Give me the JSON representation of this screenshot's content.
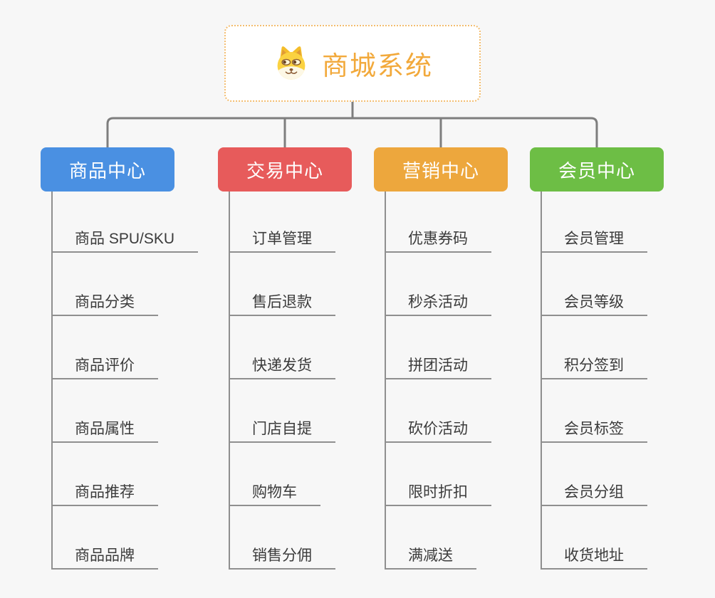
{
  "root": {
    "title": "商城系统",
    "icon": "doge-icon",
    "title_color": "#f2a93b",
    "border_color": "#f3bd6f"
  },
  "connector_color": "#7e7e7e",
  "line_color": "#8f8f8f",
  "branches": [
    {
      "label": "商品中心",
      "color": "#4a90e2",
      "items": [
        "商品 SPU/SKU",
        "商品分类",
        "商品评价",
        "商品属性",
        "商品推荐",
        "商品品牌"
      ]
    },
    {
      "label": "交易中心",
      "color": "#e75b5b",
      "items": [
        "订单管理",
        "售后退款",
        "快递发货",
        "门店自提",
        "购物车",
        "销售分佣"
      ]
    },
    {
      "label": "营销中心",
      "color": "#eda73d",
      "items": [
        "优惠券码",
        "秒杀活动",
        "拼团活动",
        "砍价活动",
        "限时折扣",
        "满减送"
      ]
    },
    {
      "label": "会员中心",
      "color": "#6dbe45",
      "items": [
        "会员管理",
        "会员等级",
        "积分签到",
        "会员标签",
        "会员分组",
        "收货地址"
      ]
    }
  ]
}
